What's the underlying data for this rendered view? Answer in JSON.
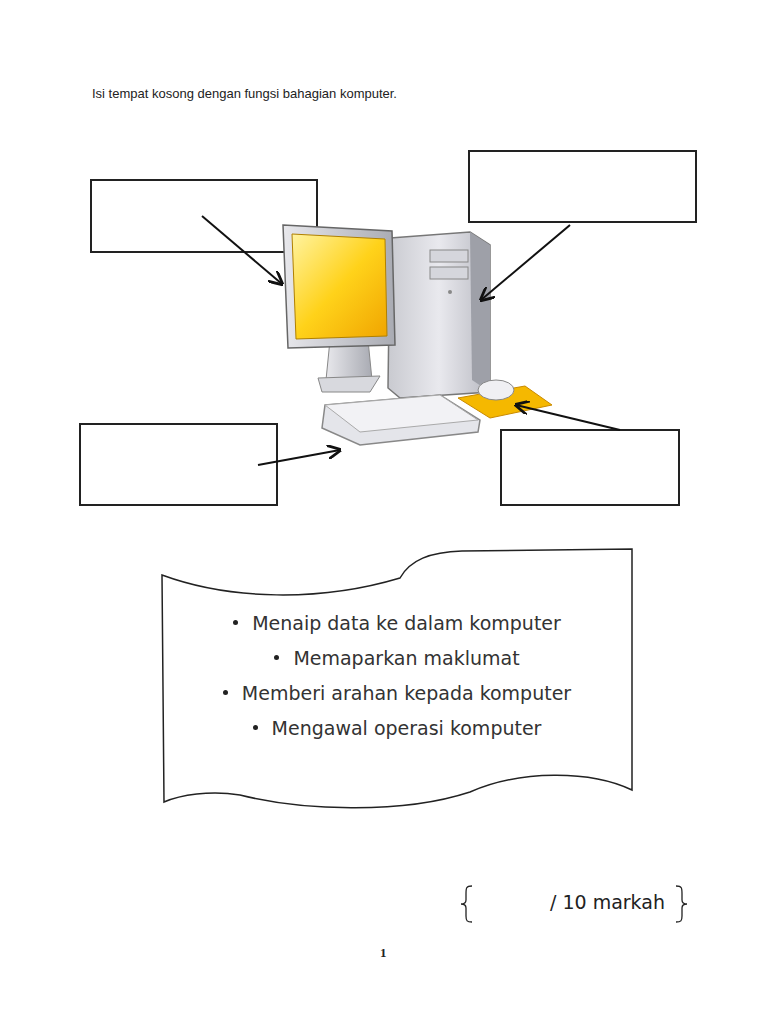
{
  "diagram": {
    "title": "Isi tempat kosong dengan fungsi bahagian komputer.",
    "nodes": [
      {
        "text": [
          "Menaip data ke dalam komputer",
          "Memaparkan maklumat",
          "Memberi arahan kepada komputer",
          "Mengawal operasi komputer"
        ]
      }
    ],
    "labels": [
      "/ 10 markah",
      "1"
    ]
  }
}
